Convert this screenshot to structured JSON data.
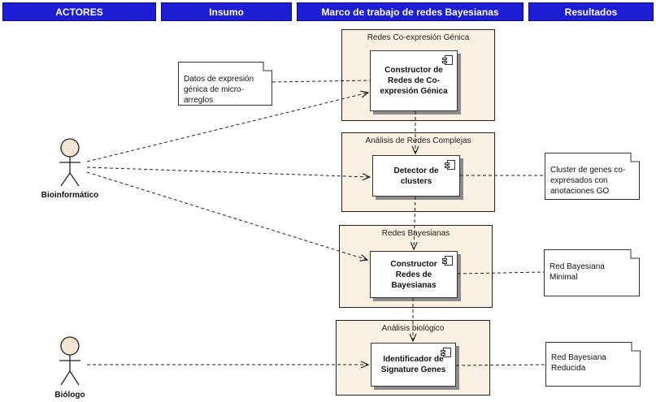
{
  "headers": {
    "actores": "ACTORES",
    "insumo": "Insumo",
    "marco": "Marco de trabajo de redes Bayesianas",
    "resultados": "Resultados"
  },
  "actors": {
    "bioinformatico": "Bioinformático",
    "biologo": "Biólogo"
  },
  "packages": {
    "coexpresion": "Redes Co-expresión Génica",
    "complejas": "Análisis de Redes Complejas",
    "bayesianas": "Redes Bayesianas",
    "biologico": "Análisis biológico"
  },
  "components": {
    "constructor_coexp": "Constructor de Redes de Co-expresión Génica",
    "detector": "Detector de clusters",
    "constructor_bayes": "Constructor Redes de Bayesianas",
    "identificador": "Identificador de Signature Genes"
  },
  "notes": {
    "datos": "Datos de expresión génica de micro-arreglos",
    "cluster": "Cluster de genes co-expresados con anotaciones GO",
    "red_minimal": "Red Bayesiana Minimal",
    "red_reducida": "Red Bayesiana Reducida"
  },
  "colors": {
    "header_bg": "#1d1dd6",
    "package_bg": "#fbf1e3",
    "actor_fill": "#f5e6d3"
  },
  "icons": [
    "actor-icon",
    "component-icon",
    "note-icon",
    "arrow-icon"
  ]
}
